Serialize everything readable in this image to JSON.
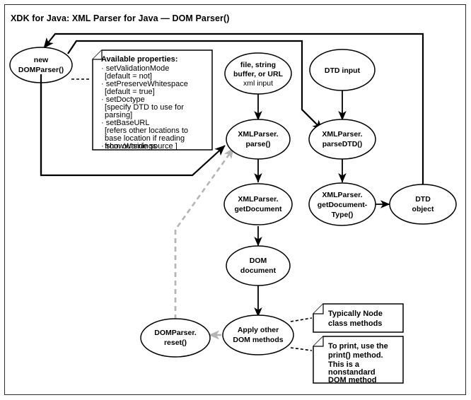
{
  "title": "XDK for Java: XML Parser for Java — DOM Parser()",
  "colors": {
    "stroke": "#000000",
    "gray_edge": "#b5b5b5",
    "frame": "#2b2b2b",
    "background": "#ffffff"
  },
  "nodes": {
    "new_domparser": {
      "line1": "new",
      "line2": "DOMParser()"
    },
    "xml_input": {
      "line1": "file, string",
      "line2": "buffer, or URL",
      "line3": "xml input"
    },
    "dtd_input": {
      "line1": "DTD input"
    },
    "parse": {
      "line1": "XMLParser.",
      "line2": "parse()"
    },
    "parse_dtd": {
      "line1": "XMLParser.",
      "line2": "parseDTD()"
    },
    "get_document": {
      "line1": "XMLParser.",
      "line2": "getDocument"
    },
    "get_document_type": {
      "line1": "XMLParser.",
      "line2": "getDocument-",
      "line3": "Type()"
    },
    "dtd_object": {
      "line1": "DTD",
      "line2": "object"
    },
    "dom_document": {
      "line1": "DOM",
      "line2": "document"
    },
    "apply_other": {
      "line1": "Apply other",
      "line2": "DOM methods"
    },
    "reset": {
      "line1": "DOMParser.",
      "line2": "reset()"
    }
  },
  "notes": {
    "properties": {
      "heading": "Available properties:",
      "lines": [
        {
          "text": "· setValidationMode",
          "bold": false
        },
        {
          "text": "[default = not]",
          "bold": false
        },
        {
          "text": "· setPreserveWhitespace",
          "bold": false
        },
        {
          "text": "[default = true]",
          "bold": false
        },
        {
          "text": "· setDoctype",
          "bold": false
        },
        {
          "text": "[specify DTD to use for",
          "bold": false
        },
        {
          "text": "parsing]",
          "bold": false
        },
        {
          "text": "· setBaseURL",
          "bold": false
        },
        {
          "text": "[refers other locations to",
          "bold": false
        },
        {
          "text": "base location if reading",
          "bold": false
        },
        {
          "text": "from outside source ]",
          "bold": false
        },
        {
          "text": "· showWarnings",
          "bold": false
        }
      ]
    },
    "node_methods": {
      "lines": [
        {
          "text": "Typically Node",
          "bold": true
        },
        {
          "text": "class methods",
          "bold": true
        }
      ]
    },
    "print_method": {
      "lines": [
        {
          "text": "To print, use the",
          "bold": true
        },
        {
          "text": "print() method.",
          "bold": true
        },
        {
          "text": "This is a",
          "bold": true
        },
        {
          "text": "nonstandard",
          "bold": true
        },
        {
          "text": "DOM method",
          "bold": true
        }
      ]
    }
  }
}
